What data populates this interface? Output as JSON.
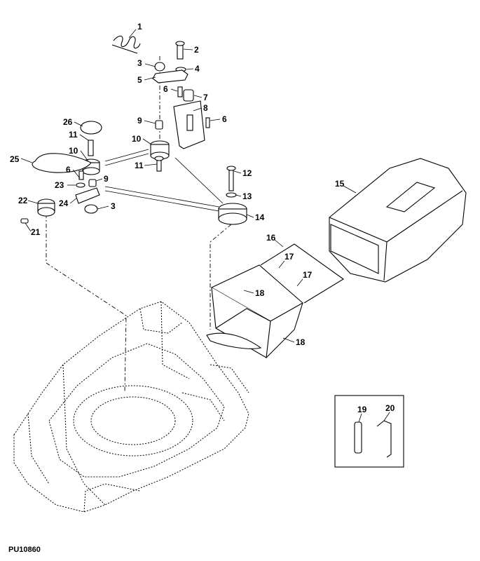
{
  "figure": {
    "document_code": "PU10860",
    "callouts": {
      "c1": "1",
      "c2": "2",
      "c3a": "3",
      "c3b": "3",
      "c4": "4",
      "c5": "5",
      "c6a": "6",
      "c6b": "6",
      "c6c": "6",
      "c7": "7",
      "c8": "8",
      "c9a": "9",
      "c9b": "9",
      "c10a": "10",
      "c10b": "10",
      "c11a": "11",
      "c11b": "11",
      "c12": "12",
      "c13": "13",
      "c14": "14",
      "c15": "15",
      "c16": "16",
      "c17a": "17",
      "c17b": "17",
      "c18a": "18",
      "c18b": "18",
      "c19": "19",
      "c20": "20",
      "c21": "21",
      "c22": "22",
      "c23": "23",
      "c24": "24",
      "c25": "25",
      "c26": "26"
    }
  }
}
